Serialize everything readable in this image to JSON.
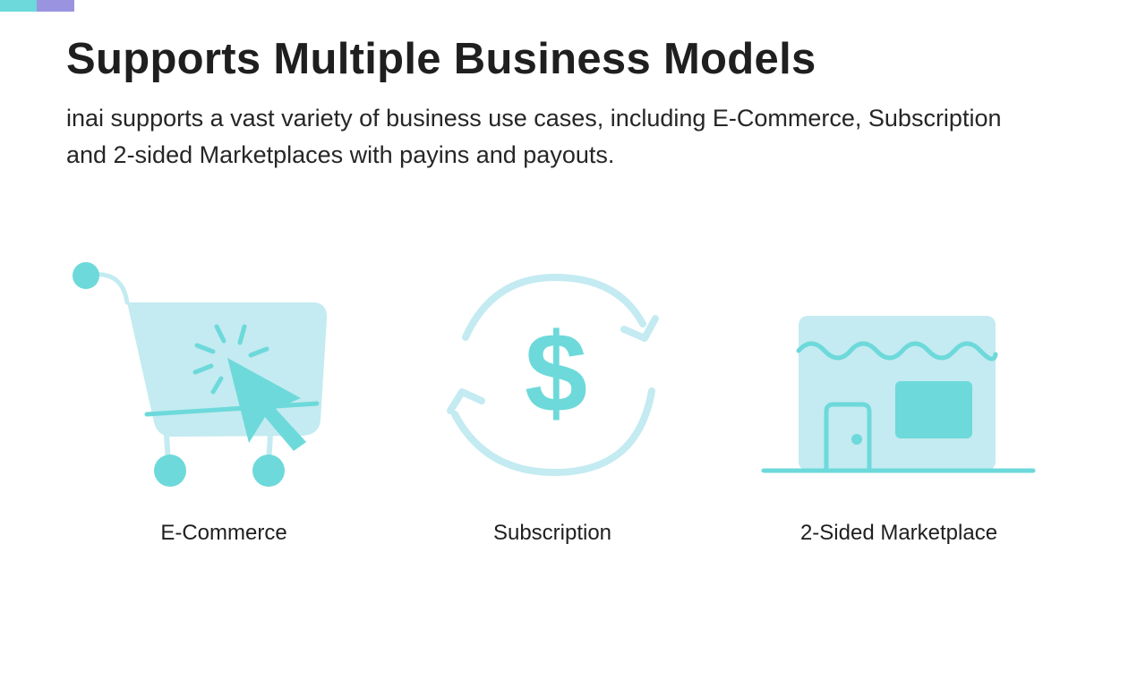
{
  "header": {
    "accent_colors": [
      "#6dd9da",
      "#9a94e0"
    ],
    "title": "Supports Multiple Business Models",
    "subtitle": "inai supports a vast variety of business use cases, including E-Commerce, Subscription and 2-sided Marketplaces with payins and payouts."
  },
  "colors": {
    "icon_light": "#c3ebf1",
    "icon_dark": "#6dd9da"
  },
  "features": [
    {
      "label": "E-Commerce",
      "icon": "shopping-cart-click-icon"
    },
    {
      "label": "Subscription",
      "icon": "recurring-dollar-icon"
    },
    {
      "label": "2-Sided Marketplace",
      "icon": "storefront-icon"
    }
  ]
}
